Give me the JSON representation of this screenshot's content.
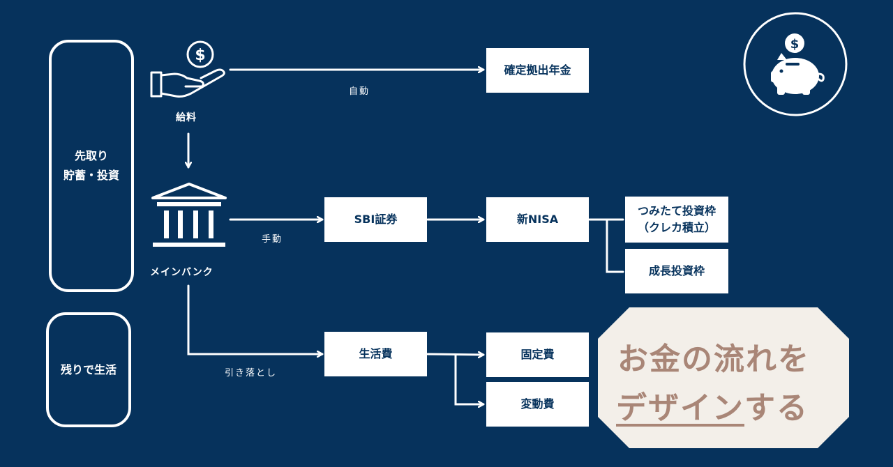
{
  "left": {
    "advance_group": "先取り\n貯蓄・投資",
    "remaining_group": "残りで生活"
  },
  "nodes": {
    "salary": "給料",
    "main_bank": "メインバンク",
    "ideco": "確定拠出年金",
    "sbi": "SBI証券",
    "nisa": "新NISA",
    "tsumitate": "つみたて投資枠\n（クレカ積立）",
    "growth": "成長投資枠",
    "living": "生活費",
    "fixed": "固定費",
    "variable": "変動費"
  },
  "edges": {
    "auto": "自動",
    "manual": "手動",
    "debit": "引き落とし"
  },
  "callout": {
    "line1": "お金の流れを",
    "line2_underlined": "デザイン",
    "line2_rest": "する"
  },
  "icons": [
    "hand-coin-icon",
    "bank-icon",
    "piggy-bank-icon"
  ],
  "colors": {
    "background": "#06325c",
    "box": "#ffffff",
    "callout_bg": "#f3efe9",
    "callout_text": "#a98677"
  }
}
